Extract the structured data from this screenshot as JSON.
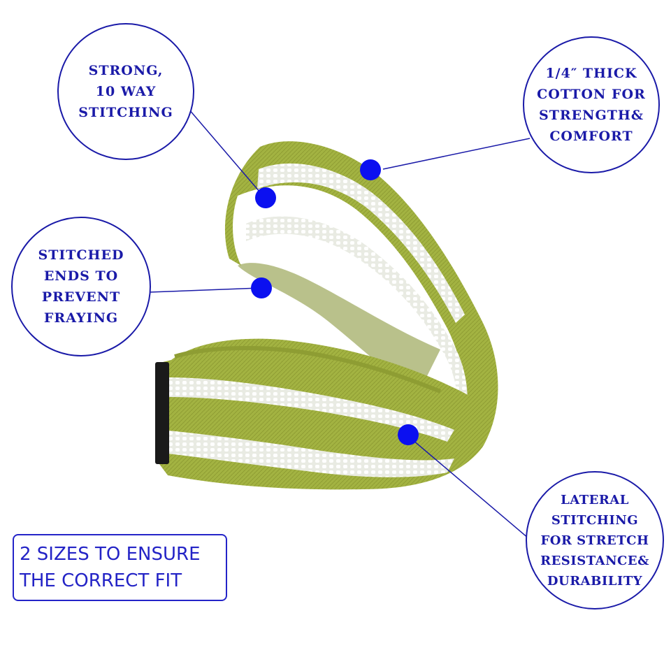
{
  "colors": {
    "accent": "#1a1aa8",
    "dot": "#0b10f0",
    "strap_green": "#a3b342",
    "strap_stripe": "#f2f2ee"
  },
  "callouts": {
    "stitching": "STRONG,\n10 WAY\nSTITCHING",
    "cotton": "1/4″  THICK\nCOTTON FOR\nSTRENGTH&\nCOMFORT",
    "ends": "STITCHED\nENDS TO\nPREVENT\nFRAYING",
    "lateral": "LATERAL\nSTITCHING\nFOR STRETCH\nRESISTANCE&\nDURABILITY"
  },
  "sizes_note": "2 SIZES TO ENSURE\nTHE CORRECT FIT",
  "product": {
    "picture": "lifting-strap-loop"
  }
}
